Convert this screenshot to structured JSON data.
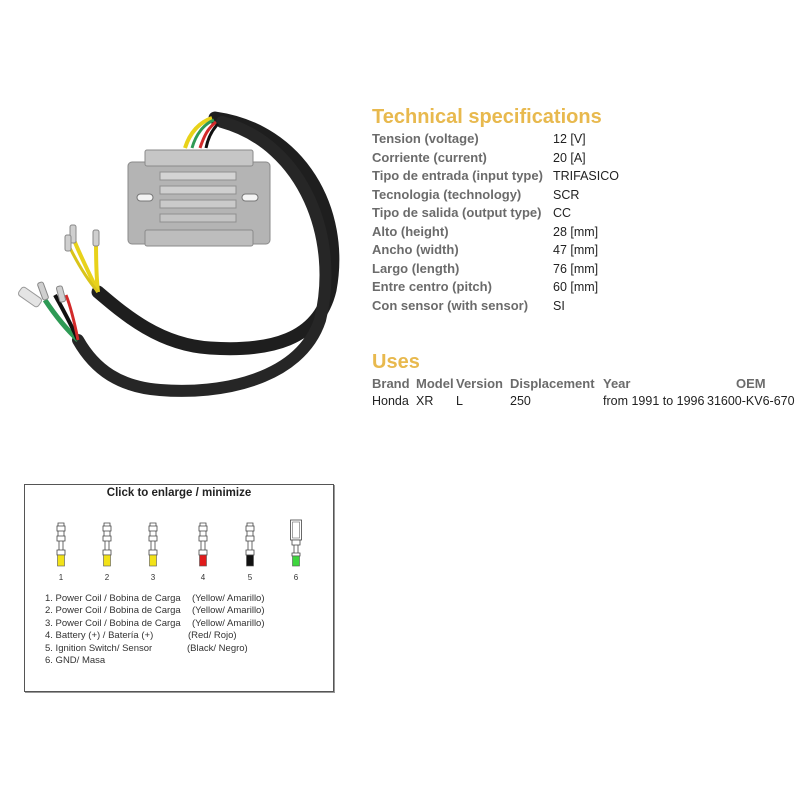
{
  "product_image": {
    "alt": "Voltage regulator rectifier with wiring harness",
    "colors": {
      "housing": "#b8b8b8",
      "cable": "#1e1e1e",
      "wire_yellow": "#e8d21a",
      "wire_green": "#2e9a55",
      "wire_red": "#d22a2a",
      "wire_black": "#111111"
    }
  },
  "specs": {
    "title": "Technical specifications",
    "rows": [
      {
        "label": "Tension (voltage)",
        "value": "12 [V]"
      },
      {
        "label": "Corriente (current)",
        "value": "20 [A]"
      },
      {
        "label": "Tipo de entrada (input type)",
        "value": "TRIFASICO"
      },
      {
        "label": "Tecnologia (technology)",
        "value": "SCR"
      },
      {
        "label": "Tipo de salida (output type)",
        "value": "CC"
      },
      {
        "label": "Alto (height)",
        "value": "28 [mm]"
      },
      {
        "label": "Ancho (width)",
        "value": "47 [mm]"
      },
      {
        "label": "Largo (length)",
        "value": "76 [mm]"
      },
      {
        "label": "Entre centro (pitch)",
        "value": "60 [mm]"
      },
      {
        "label": "Con sensor (with sensor)",
        "value": "SI"
      }
    ]
  },
  "uses": {
    "title": "Uses",
    "headers": [
      "Brand",
      "Model",
      "Version",
      "Displacement",
      "Year",
      "OEM"
    ],
    "rows": [
      [
        "Honda",
        "XR",
        "L",
        "250",
        "from 1991 to 1996",
        "31600-KV6-670"
      ]
    ]
  },
  "diagram": {
    "title": "Click to enlarge / minimize",
    "connectors": [
      {
        "num": "1",
        "color": "#f2e218",
        "type": "male"
      },
      {
        "num": "2",
        "color": "#f2e218",
        "type": "male"
      },
      {
        "num": "3",
        "color": "#f2e218",
        "type": "male"
      },
      {
        "num": "4",
        "color": "#e01b1b",
        "type": "male"
      },
      {
        "num": "5",
        "color": "#111111",
        "type": "male"
      },
      {
        "num": "6",
        "color": "#3ed63e",
        "type": "female"
      }
    ],
    "legend": [
      {
        "desc": "1. Power Coil / Bobina de Carga",
        "color": "(Yellow/ Amarillo)"
      },
      {
        "desc": "2. Power Coil / Bobina de Carga",
        "color": "(Yellow/ Amarillo)"
      },
      {
        "desc": "3. Power Coil / Bobina de Carga",
        "color": "(Yellow/ Amarillo)"
      },
      {
        "desc": "4. Battery (+) / Batería (+)",
        "color": "(Red/ Rojo)"
      },
      {
        "desc": "5. Ignition Switch/ Sensor",
        "color": "(Black/ Negro)"
      },
      {
        "desc": "6. GND/ Masa",
        "color": ""
      }
    ]
  },
  "theme": {
    "heading_color": "#e8b94e",
    "label_color": "#6b6b6b",
    "value_color": "#222222"
  }
}
